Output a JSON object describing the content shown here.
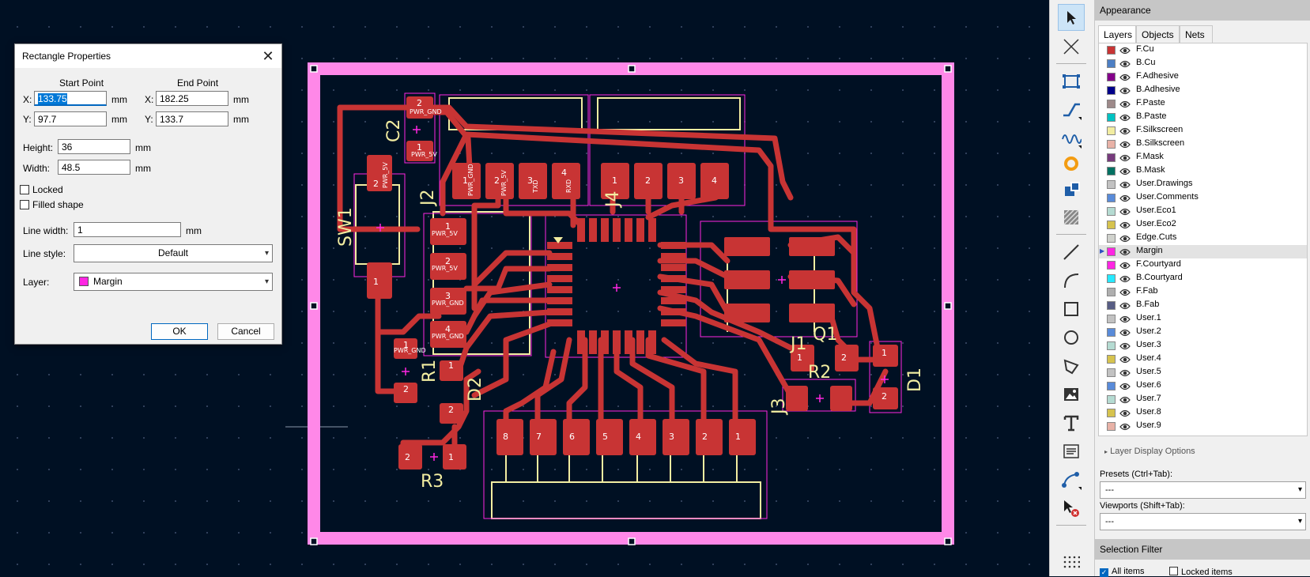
{
  "dialog": {
    "title": "Rectangle Properties",
    "start_point_label": "Start Point",
    "end_point_label": "End Point",
    "x_label": "X:",
    "y_label": "Y:",
    "start_x": "133.75",
    "start_y": "97.7",
    "end_x": "182.25",
    "end_y": "133.7",
    "unit": "mm",
    "height_label": "Height:",
    "height_value": "36",
    "width_label": "Width:",
    "width_value": "48.5",
    "locked_label": "Locked",
    "filled_label": "Filled shape",
    "line_width_label": "Line width:",
    "line_width_value": "1",
    "line_style_label": "Line style:",
    "line_style_value": "Default",
    "layer_label": "Layer:",
    "layer_value": "Margin",
    "layer_color": "#ff26e2",
    "ok_label": "OK",
    "cancel_label": "Cancel"
  },
  "toolbar": {
    "tools": [
      "select-arrow-icon",
      "local-ratsnest-icon",
      "add-footprint-icon",
      "route-track-icon",
      "tune-length-icon",
      "add-via-icon",
      "add-pad-icon",
      "add-zone-icon",
      "draw-line-icon",
      "draw-arc-icon",
      "draw-rectangle-icon",
      "draw-circle-icon",
      "draw-polygon-icon",
      "add-image-icon",
      "add-text-icon",
      "add-textbox-icon",
      "add-dimension-icon",
      "delete-tool-icon",
      "grid-icon"
    ]
  },
  "appearance": {
    "title": "Appearance",
    "tabs": [
      "Layers",
      "Objects",
      "Nets"
    ],
    "active_tab": "Layers",
    "layers": [
      {
        "name": "F.Cu",
        "color": "#c83434"
      },
      {
        "name": "B.Cu",
        "color": "#4d7fc4"
      },
      {
        "name": "F.Adhesive",
        "color": "#84008a"
      },
      {
        "name": "B.Adhesive",
        "color": "#00008a"
      },
      {
        "name": "F.Paste",
        "color": "#9e8a8a"
      },
      {
        "name": "B.Paste",
        "color": "#00c2c2"
      },
      {
        "name": "F.Silkscreen",
        "color": "#f2eda1"
      },
      {
        "name": "B.Silkscreen",
        "color": "#e8b2a7"
      },
      {
        "name": "F.Mask",
        "color": "#773b7d"
      },
      {
        "name": "B.Mask",
        "color": "#027162"
      },
      {
        "name": "User.Drawings",
        "color": "#c2c2c2"
      },
      {
        "name": "User.Comments",
        "color": "#598bd9"
      },
      {
        "name": "User.Eco1",
        "color": "#b5dbd2"
      },
      {
        "name": "User.Eco2",
        "color": "#d6c34e"
      },
      {
        "name": "Edge.Cuts",
        "color": "#d0d2cd"
      },
      {
        "name": "Margin",
        "color": "#ff26e2"
      },
      {
        "name": "F.Courtyard",
        "color": "#ff26e2"
      },
      {
        "name": "B.Courtyard",
        "color": "#26e9ff"
      },
      {
        "name": "F.Fab",
        "color": "#afafaf"
      },
      {
        "name": "B.Fab",
        "color": "#585d84"
      },
      {
        "name": "User.1",
        "color": "#c2c2c2"
      },
      {
        "name": "User.2",
        "color": "#598bd9"
      },
      {
        "name": "User.3",
        "color": "#b5dbd2"
      },
      {
        "name": "User.4",
        "color": "#d6c34e"
      },
      {
        "name": "User.5",
        "color": "#c2c2c2"
      },
      {
        "name": "User.6",
        "color": "#598bd9"
      },
      {
        "name": "User.7",
        "color": "#b5dbd2"
      },
      {
        "name": "User.8",
        "color": "#d6c34e"
      },
      {
        "name": "User.9",
        "color": "#e8b2a7"
      }
    ],
    "selected_layer": "Margin",
    "layer_display_options": "Layer Display Options",
    "presets_label": "Presets (Ctrl+Tab):",
    "presets_value": "---",
    "viewports_label": "Viewports (Shift+Tab):",
    "viewports_value": "---"
  },
  "selection_filter": {
    "title": "Selection Filter",
    "all_items": "All items",
    "locked_items": "Locked items"
  },
  "pcb": {
    "refs": [
      "C2",
      "J2",
      "SW1",
      "J4",
      "J1",
      "Q1",
      "R2",
      "D1",
      "R1",
      "D2",
      "J3",
      "R3"
    ],
    "pad_labels": {
      "j2": [
        "PWR_GND",
        "PWR_5V",
        "TXD",
        "RXD"
      ],
      "c2": [
        "PWR_GND",
        "PWR_5V"
      ],
      "sw1": [
        "PWR_5V"
      ],
      "j1": [
        "PWR_5V",
        "PWR_5V",
        "PWR_GND",
        "PWR_GND"
      ],
      "numbers": [
        "1",
        "2",
        "3",
        "4",
        "5",
        "6",
        "7",
        "8"
      ]
    }
  }
}
